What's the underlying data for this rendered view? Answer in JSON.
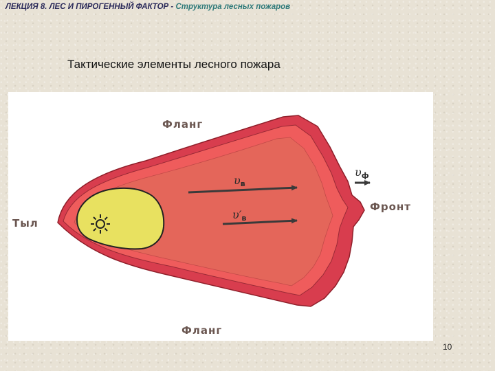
{
  "header": {
    "lecture": "ЛЕКЦИЯ 8. ЛЕС И ПИРОГЕННЫЙ ФАКТОР",
    "separator": "-",
    "topic": "Структура лесных пожаров"
  },
  "slide_title": "Тактические элементы лесного пожара",
  "diagram": {
    "labels": {
      "flank_top": "Фланг",
      "flank_bottom": "Фланг",
      "rear": "Тыл",
      "front": "Фронт"
    },
    "velocities": {
      "wind": {
        "symbol": "υ",
        "subscript": "в"
      },
      "wind_prime": {
        "symbol": "υ′",
        "subscript": "в"
      },
      "front": {
        "symbol": "υ",
        "subscript": "ф"
      }
    },
    "colors": {
      "outer_edge": "#d83d4e",
      "burning_zone": "#ef5c5c",
      "inner_area": "#e4665a",
      "source_area": "#e8e160",
      "arrow": "#3a3a3a"
    },
    "ignition_icon": "sun-icon"
  },
  "page_number": "10"
}
